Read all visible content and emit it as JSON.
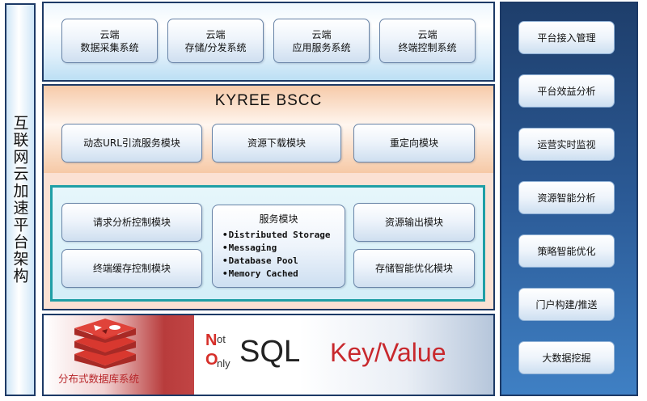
{
  "left_bar": {
    "title": "互联网云加速平台架构"
  },
  "top_layer": {
    "items": [
      {
        "line1": "云端",
        "line2": "数据采集系统"
      },
      {
        "line1": "云端",
        "line2": "存储/分发系统"
      },
      {
        "line1": "云端",
        "line2": "应用服务系统"
      },
      {
        "line1": "云端",
        "line2": "终端控制系统"
      }
    ]
  },
  "middle_layer": {
    "title": "KYREE BSCC",
    "row1": [
      "动态URL引流服务模块",
      "资源下载模块",
      "重定向模块"
    ],
    "left_modules": [
      "请求分析控制模块",
      "终端缓存控制模块"
    ],
    "service_module": {
      "title": "服务模块",
      "items": [
        "Distributed Storage",
        "Messaging",
        "Database Pool",
        "Memory Cached"
      ]
    },
    "right_modules": [
      "资源输出模块",
      "存储智能优化模块"
    ]
  },
  "bottom_layer": {
    "redis_caption": "分布式数据库系统",
    "nosql": {
      "n": "N",
      "ot": "ot",
      "o": "O",
      "nly": "nly",
      "sql": "SQL"
    },
    "kv_text": "Key/Value"
  },
  "right_column": {
    "items": [
      "平台接入管理",
      "平台效益分析",
      "运营实时监视",
      "资源智能分析",
      "策略智能优化",
      "门户构建/推送",
      "大数据挖掘"
    ]
  },
  "colors": {
    "frame": "#1d3a66",
    "teal_border": "#1f9fa6",
    "right_column_blue": "#2b5a96",
    "accent_red": "#c8282d"
  }
}
